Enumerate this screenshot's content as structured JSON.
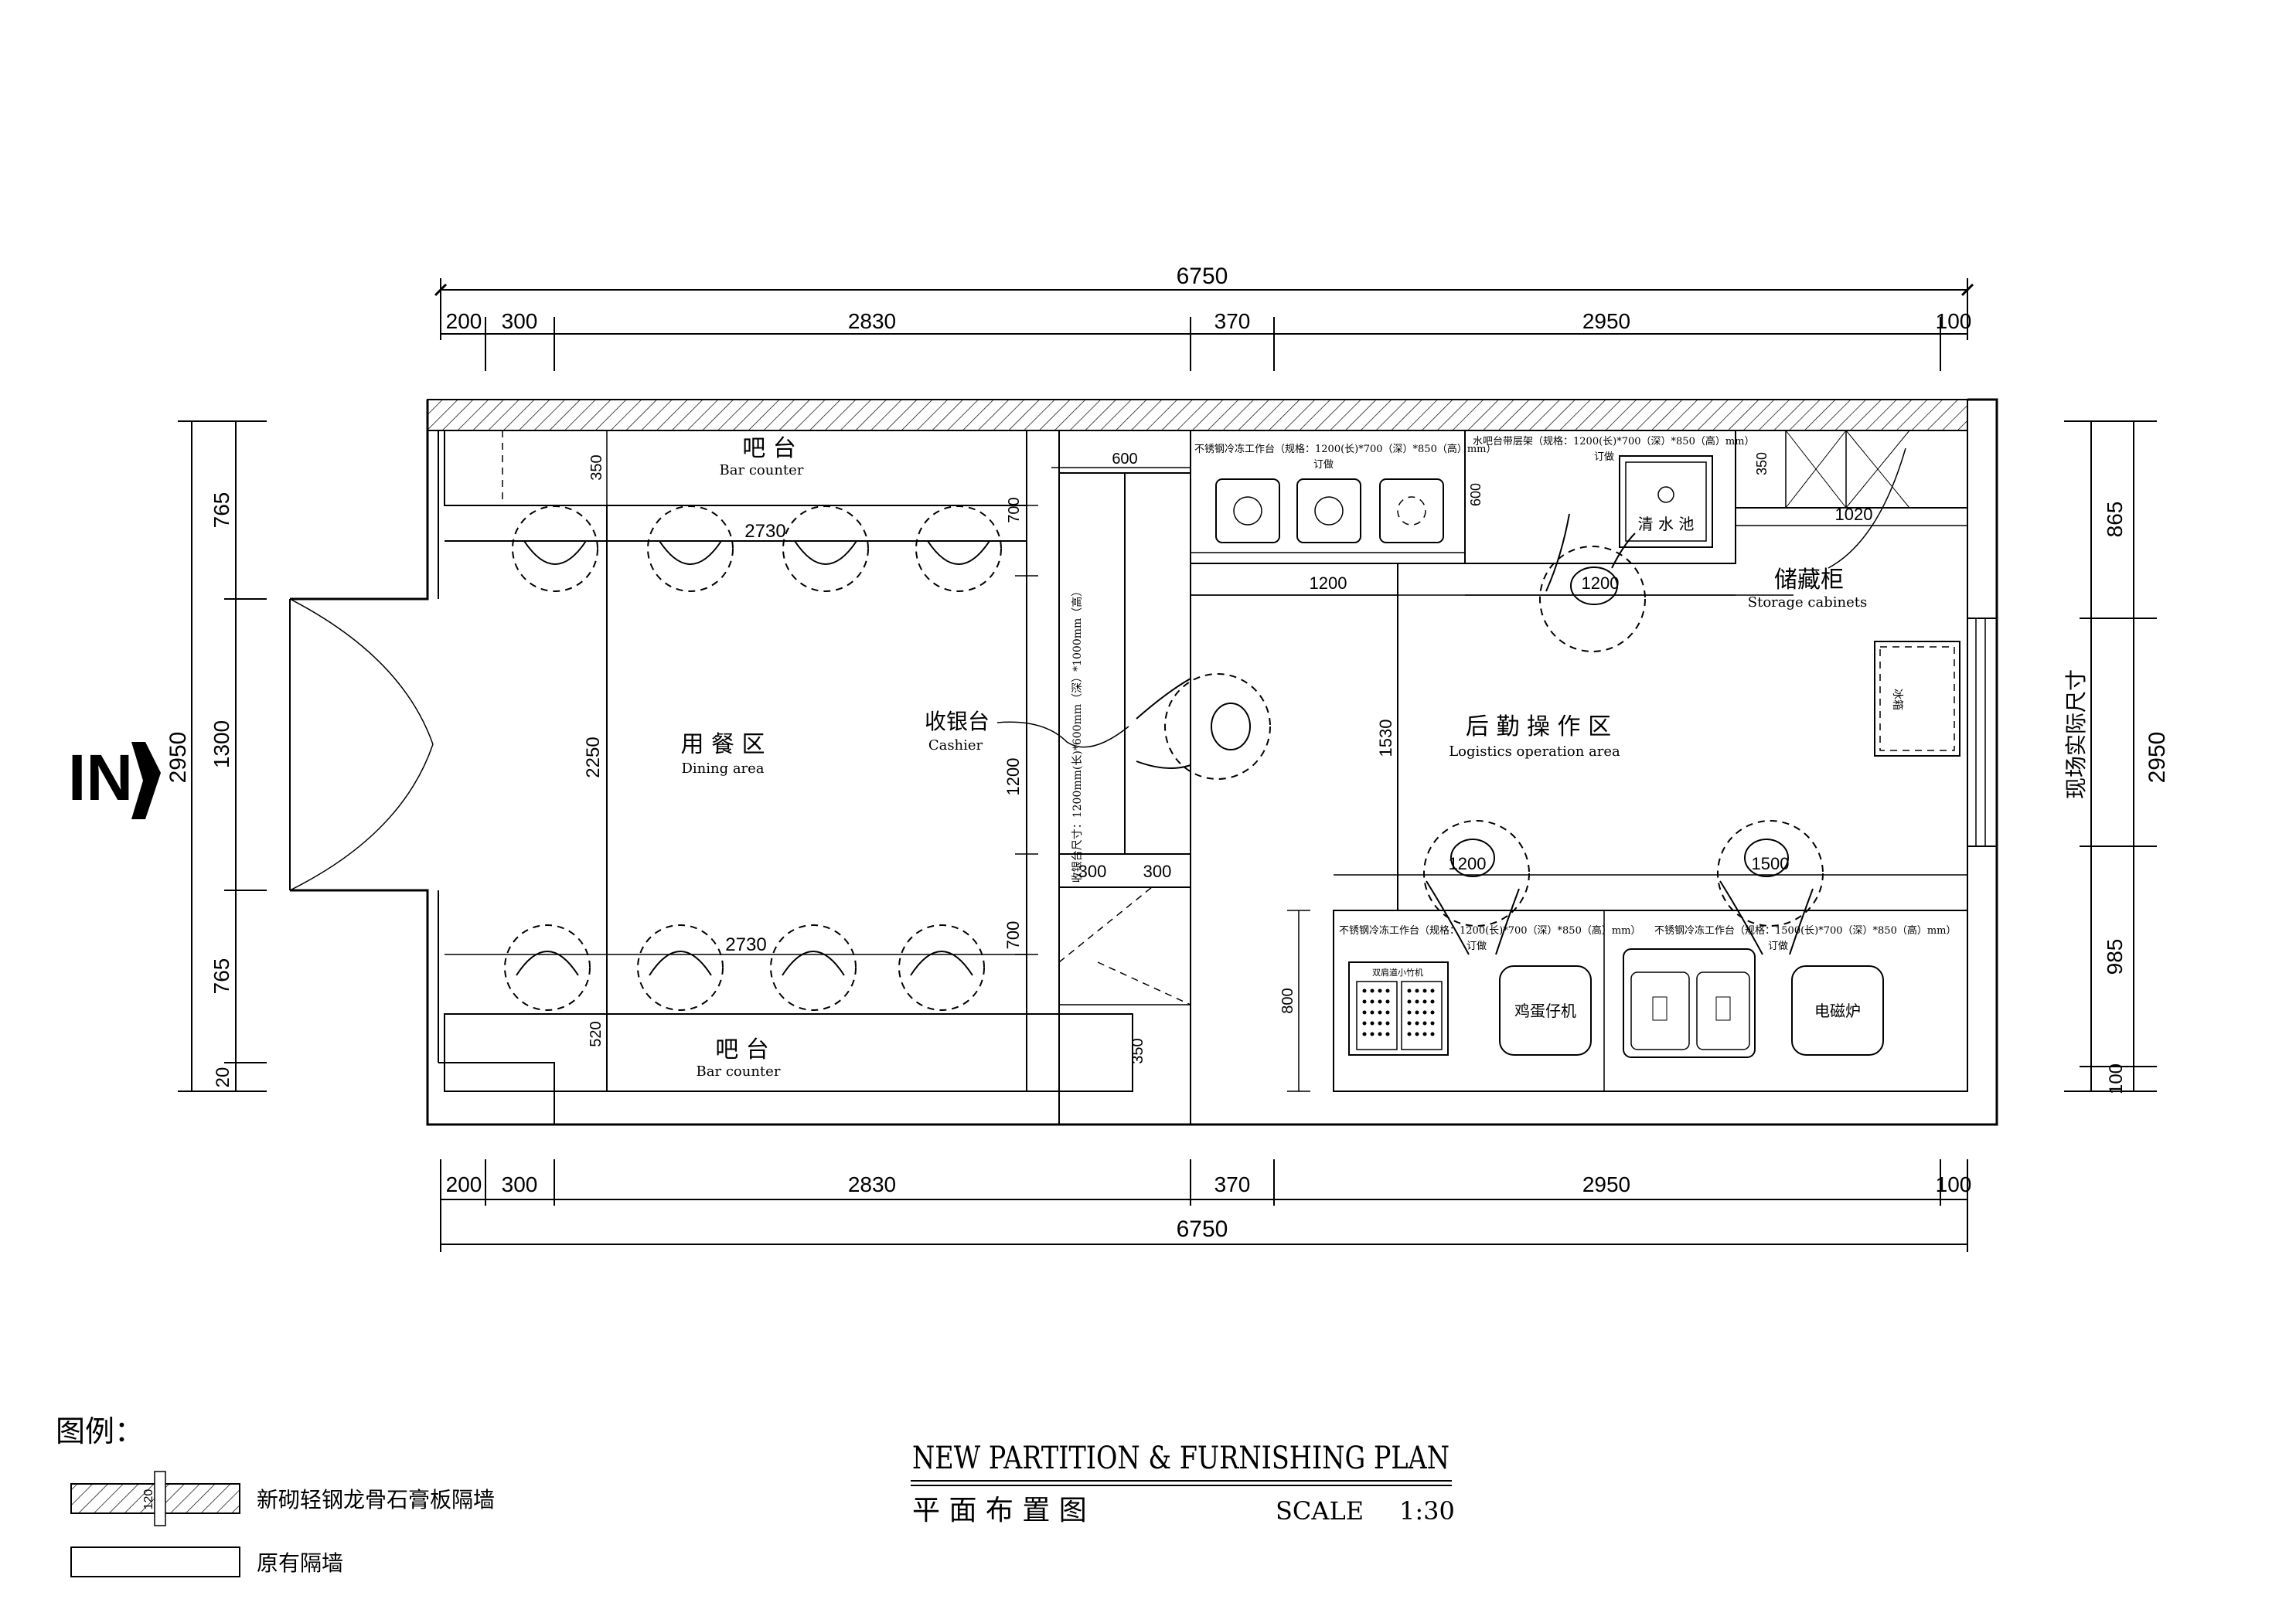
{
  "dims_top": {
    "total": "6750",
    "segments": [
      "200",
      "300",
      "2830",
      "370",
      "2950",
      "100"
    ]
  },
  "dims_bottom": {
    "total": "6750",
    "segments": [
      "200",
      "300",
      "2830",
      "370",
      "2950",
      "100"
    ]
  },
  "dims_left": {
    "total": "2950",
    "segments": [
      "765",
      "1300",
      "765",
      "20"
    ]
  },
  "dims_right": {
    "total": "2950",
    "segments": [
      "865",
      "985",
      "100"
    ],
    "note": "现场实际尺寸"
  },
  "entrance": {
    "label": "IN"
  },
  "rooms": {
    "bar_top": {
      "cn": "吧 台",
      "en": "Bar counter"
    },
    "bar_bottom": {
      "cn": "吧 台",
      "en": "Bar counter"
    },
    "dining": {
      "cn": "用 餐 区",
      "en": "Dining area"
    },
    "cashier": {
      "cn": "收银台",
      "en": "Cashier"
    },
    "logistics": {
      "cn": "后 勤 操 作 区",
      "en": "Logistics operation area"
    },
    "storage": {
      "cn": "储藏柜",
      "en": "Storage cabinets"
    }
  },
  "interior_dims": {
    "bar_top_depth": "350",
    "bar_top_length": "2730",
    "bar_bottom_length": "2730",
    "bar_bottom_depth": "520",
    "dining_height": "2250",
    "right_700_top": "700",
    "right_700_bottom": "700",
    "cashier_1200": "1200",
    "cashier_600": "600",
    "cashier_300a": "300",
    "cashier_300b": "300",
    "cashier_350": "350",
    "logistics_1200a": "1200",
    "logistics_1200b": "1200",
    "logistics_1530": "1530",
    "bench_600": "600",
    "sink_350": "350",
    "storage_1020": "1020",
    "bottom_1200": "1200",
    "bottom_1500": "1500",
    "bottom_800": "800"
  },
  "equipment": {
    "bench_top_left": "不锈钢冷冻工作台（规格：1200(长)*700（深）*850（高）mm）",
    "bench_top_left_note": "订做",
    "bench_top_right": "水吧台带层架（规格：1200(长)*700（深）*850（高）mm）",
    "bench_top_right_note": "订做",
    "sink": "清 水 池",
    "cashier_counter_note": "收银台尺寸：1200mm(长)*600mm（深）*1000mm（高）",
    "bench_bottom_left": "不锈钢冷冻工作台（规格：1200(长)*700（深）*850（高）mm）",
    "bench_bottom_left_note": "订做",
    "bench_bottom_right": "不锈钢冷冻工作台（规格：1500(长)*700（深）*850（高）mm）",
    "bench_bottom_right_note": "订做",
    "egg_machine": "鸡蛋仔机",
    "induction": "电磁炉",
    "fridge": "冰箱",
    "small_label": "双肩道小竹机"
  },
  "legend": {
    "title": "图例：",
    "new_wall": "新砌轻钢龙骨石膏板隔墙",
    "new_wall_thickness": "120",
    "old_wall": "原有隔墙"
  },
  "title_block": {
    "title_en": "NEW PARTITION  &  FURNISHING  PLAN",
    "title_cn": "平 面 布 置 图",
    "scale_label": "SCALE",
    "scale_value": "1:30"
  }
}
